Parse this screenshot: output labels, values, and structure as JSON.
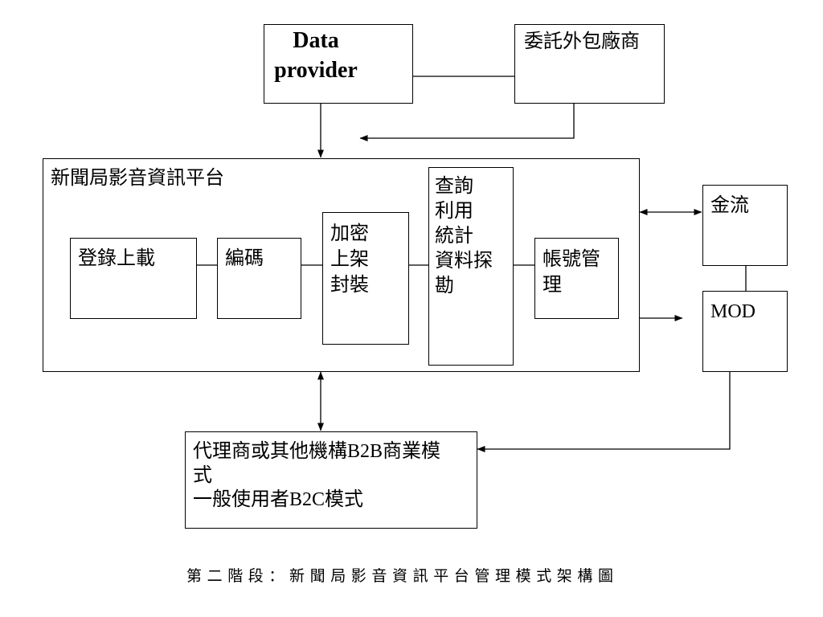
{
  "data_provider": {
    "lines": [
      "Data",
      "provider"
    ]
  },
  "outsourcing_vendor": {
    "label": "委託外包廠商"
  },
  "platform": {
    "title": "新聞局影音資訊平台",
    "modules": [
      {
        "lines": [
          "登錄上載"
        ]
      },
      {
        "lines": [
          "編碼"
        ]
      },
      {
        "lines": [
          "加密",
          "上架",
          "封裝"
        ]
      },
      {
        "lines": [
          "查詢",
          "利用",
          "統計",
          "資料探",
          "勘"
        ]
      },
      {
        "lines": [
          "帳號管",
          "理"
        ]
      }
    ]
  },
  "cash_flow": {
    "label": "金流"
  },
  "mod": {
    "label": "MOD"
  },
  "business_models": {
    "lines": [
      "代理商或其他機構B2B商業模",
      "式",
      "一般使用者B2C模式"
    ]
  },
  "caption": "第二階段：新聞局影音資訊平台管理模式架構圖"
}
